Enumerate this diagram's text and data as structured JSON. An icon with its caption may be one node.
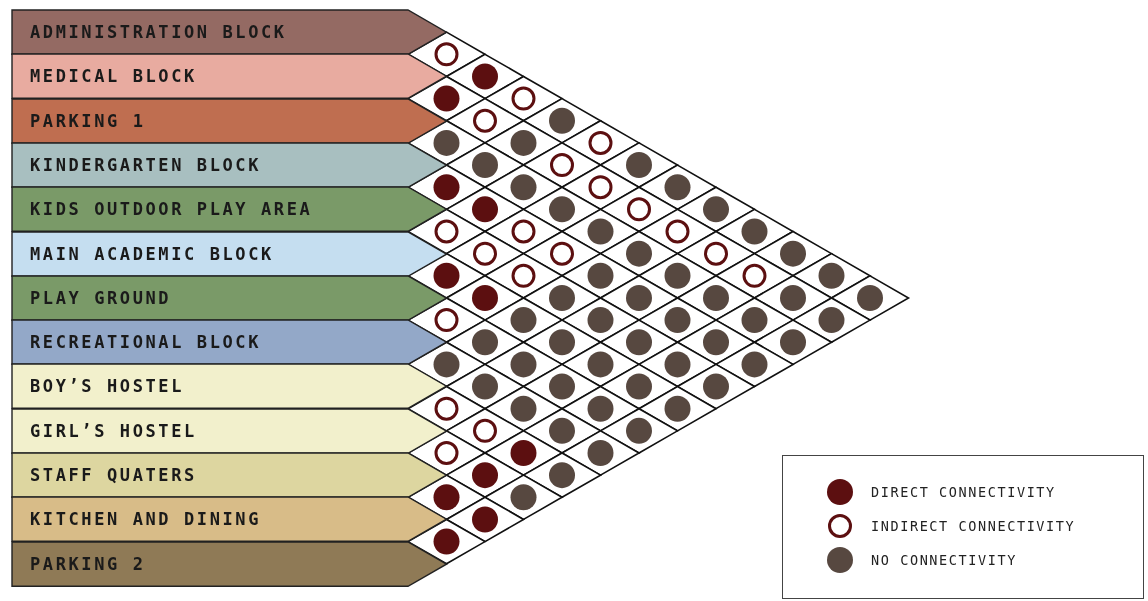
{
  "diagram": {
    "nodes": [
      {
        "text": [
          "ADMINISTRATION BLOCK"
        ]
      },
      {
        "text": [
          "MEDICAL BLOCK"
        ]
      },
      {
        "text": [
          "PARKING 1"
        ]
      },
      {
        "text": [
          "KINDERGARTEN BLOCK"
        ]
      },
      {
        "text": [
          "KIDS OUTDOOR PLAY AREA"
        ]
      },
      {
        "text": [
          "MAIN ACADEMIC BLOCK"
        ]
      },
      {
        "text": [
          "PLAY GROUND"
        ]
      },
      {
        "text": [
          "RECREATIONAL BLOCK"
        ]
      },
      {
        "text": [
          "BOY’S HOSTEL"
        ]
      },
      {
        "text": [
          "GIRL’S HOSTEL"
        ]
      },
      {
        "text": [
          "STAFF QUATERS"
        ]
      },
      {
        "text": [
          "KITCHEN AND DINING"
        ]
      },
      {
        "text": [
          "PARKING 2"
        ]
      }
    ],
    "legend": [
      {
        "text": "DIRECT CONNECTIVITY",
        "color": "#5c0f10"
      },
      {
        "text": "INDIRECT CONNECTIVITY"
      },
      {
        "text": "NO CONNECTIVITY",
        "color": "#574840"
      }
    ]
  }
}
